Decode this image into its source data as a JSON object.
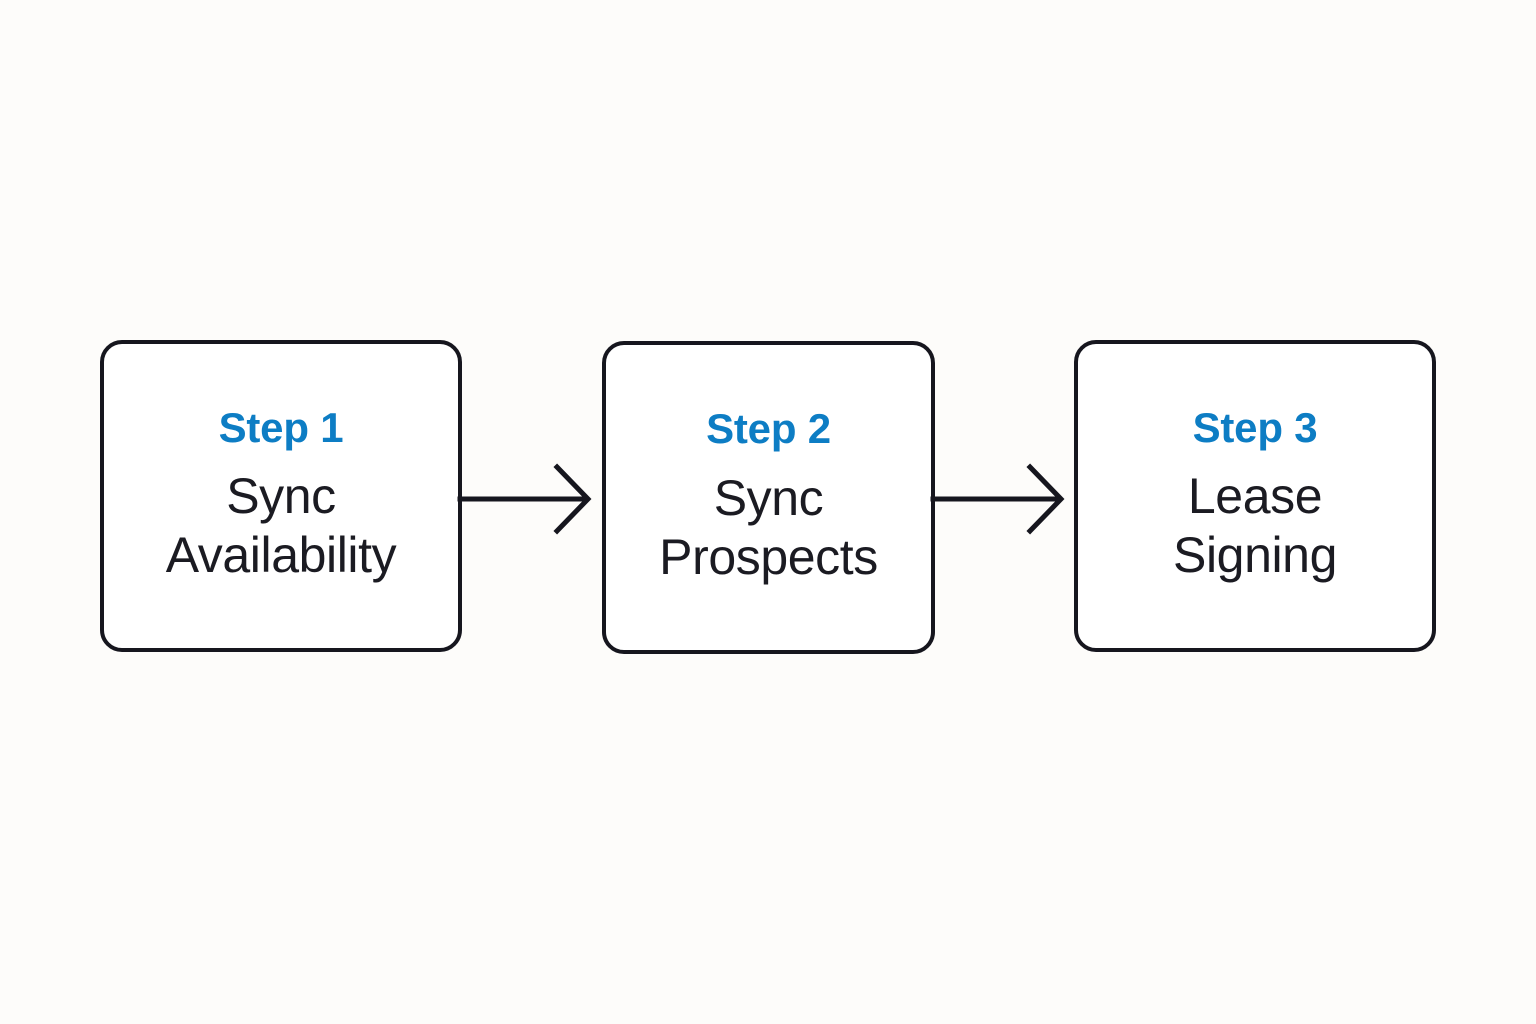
{
  "diagram": {
    "type": "process-flow",
    "background_color": "#fdfcfa",
    "box_fill_color": "#ffffff",
    "box_border_color": "#16161e",
    "accent_color": "#0d7dc4",
    "text_color": "#1b1b22",
    "steps": [
      {
        "label": "Step 1",
        "title_line_1": "Sync",
        "title_line_2": "Availability"
      },
      {
        "label": "Step 2",
        "title_line_1": "Sync",
        "title_line_2": "Prospects"
      },
      {
        "label": "Step 3",
        "title_line_1": "Lease",
        "title_line_2": "Signing"
      }
    ],
    "connectors": [
      {
        "from": "Step 1",
        "to": "Step 2",
        "style": "arrow-right"
      },
      {
        "from": "Step 2",
        "to": "Step 3",
        "style": "arrow-right"
      }
    ]
  }
}
